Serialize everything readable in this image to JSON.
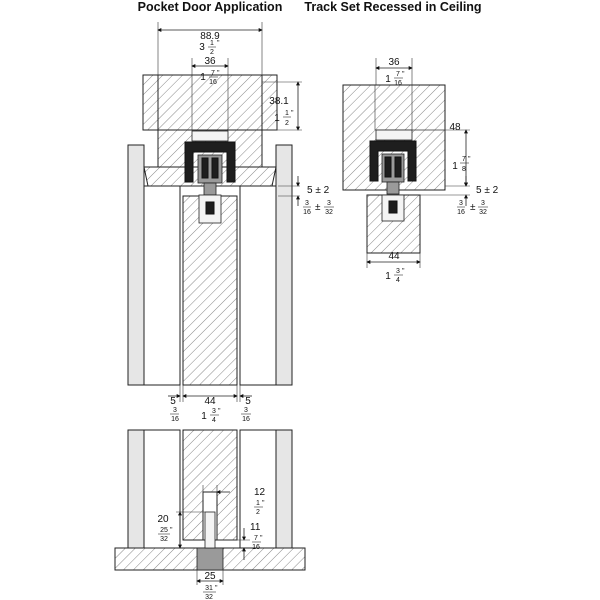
{
  "titles": {
    "left": "Pocket Door Application",
    "right": "Track Set Recessed in Ceiling"
  },
  "dims": {
    "top_width_mm": "88.9",
    "top_width_in_whole": "3",
    "top_width_in_num": "1",
    "top_width_in_den": "2",
    "track_mm": "36",
    "track_in_whole": "1",
    "track_in_num": "7",
    "track_in_den": "16",
    "head_mm": "38.1",
    "head_in_whole": "1",
    "head_in_num": "1",
    "head_in_den": "2",
    "gap_mm": "5 ± 2",
    "gap_in_a_num": "3",
    "gap_in_a_den": "16",
    "gap_pm": "±",
    "gap_in_b_num": "3",
    "gap_in_b_den": "32",
    "side_mm": "5",
    "side_in_num": "3",
    "side_in_den": "16",
    "door_mm": "44",
    "door_in_whole": "1",
    "door_in_num": "3",
    "door_in_den": "4",
    "recess_mm": "48",
    "recess_in_whole": "1",
    "recess_in_num": "7",
    "recess_in_den": "8",
    "guide_w_mm": "12",
    "guide_w_in_num": "1",
    "guide_w_in_den": "2",
    "guide_h_mm": "20",
    "guide_h_in_num": "25",
    "guide_h_in_den": "32",
    "guide_gap_mm": "11",
    "guide_gap_in_num": "7",
    "guide_gap_in_den": "16",
    "floor_w_mm": "25",
    "floor_w_in_num": "31",
    "floor_w_in_den": "32",
    "inch_mark": "\""
  }
}
